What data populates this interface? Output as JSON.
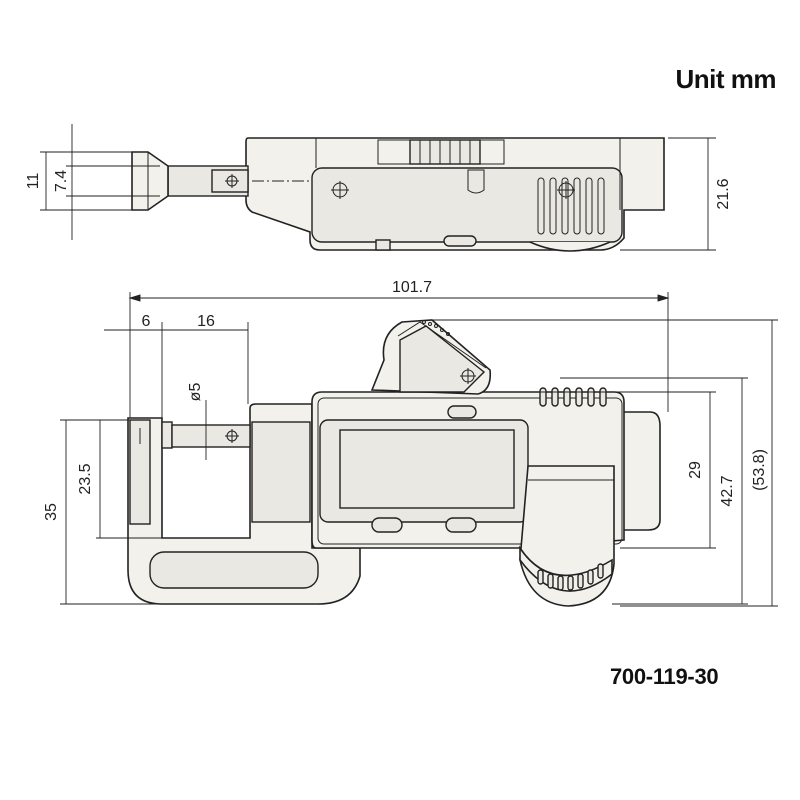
{
  "header": {
    "unit_label": "Unit mm"
  },
  "footer": {
    "model_number": "700-119-30"
  },
  "dimensions": {
    "top_view": {
      "height_outer": "11",
      "height_inner": "7.4",
      "thickness": "21.6"
    },
    "front_view": {
      "total_length": "101.7",
      "offset_6": "6",
      "spindle_16": "16",
      "spindle_dia": "ø5",
      "throat_23_5": "23.5",
      "height_35": "35",
      "height_29": "29",
      "height_42_7": "42.7",
      "height_53_8": "(53.8)"
    }
  }
}
